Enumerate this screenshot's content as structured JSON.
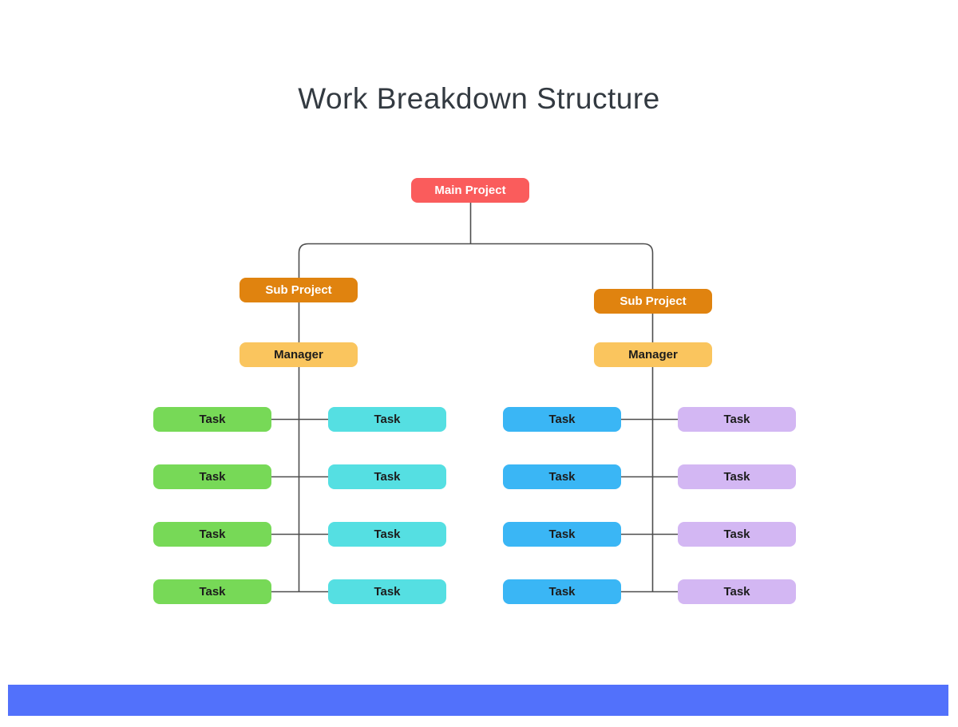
{
  "page": {
    "title": "Work Breakdown Structure"
  },
  "colors": {
    "root": "#FA5C5C",
    "sub_project": "#E0830F",
    "manager": "#FAC55E",
    "task_green": "#77D957",
    "task_cyan": "#55DFE2",
    "task_blue": "#3AB6F5",
    "task_purple": "#D3B7F3",
    "footer_bar": "#5271FB",
    "connector": "#4D4D4D",
    "title_text": "#333A41",
    "root_text": "#FFFFFF",
    "sub_project_text": "#FFFFFF",
    "task_text": "#1C1C1C"
  },
  "tree": {
    "root": {
      "label": "Main Project"
    },
    "branches": [
      {
        "sub_project": {
          "label": "Sub Project"
        },
        "manager": {
          "label": "Manager"
        },
        "columns": [
          {
            "name": "green-tasks",
            "tasks": [
              "Task",
              "Task",
              "Task",
              "Task"
            ]
          },
          {
            "name": "cyan-tasks",
            "tasks": [
              "Task",
              "Task",
              "Task",
              "Task"
            ]
          }
        ]
      },
      {
        "sub_project": {
          "label": "Sub Project"
        },
        "manager": {
          "label": "Manager"
        },
        "columns": [
          {
            "name": "blue-tasks",
            "tasks": [
              "Task",
              "Task",
              "Task",
              "Task"
            ]
          },
          {
            "name": "purple-tasks",
            "tasks": [
              "Task",
              "Task",
              "Task",
              "Task"
            ]
          }
        ]
      }
    ]
  }
}
